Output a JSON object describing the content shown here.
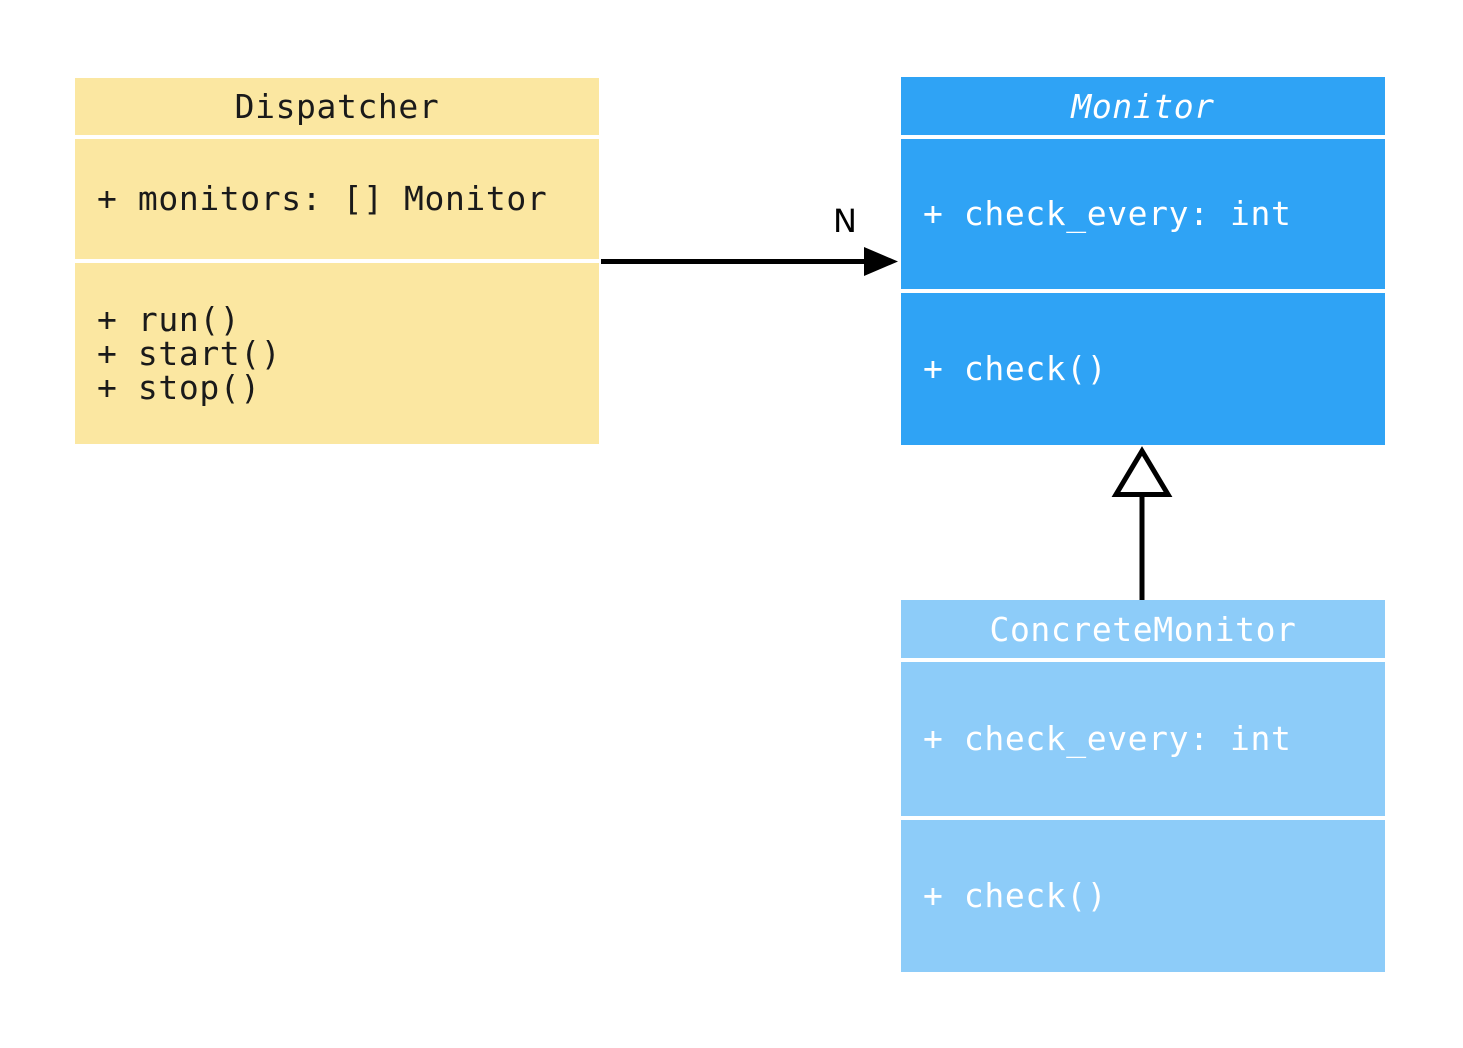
{
  "diagram": {
    "type": "uml-class-diagram",
    "background": "#ffffff",
    "classes": [
      {
        "name": "Dispatcher",
        "abstract": false,
        "fill": "#fbe7a1",
        "text_color": "#1a1a1a",
        "title": "Dispatcher",
        "attributes": [
          "+ monitors: [] Monitor"
        ],
        "methods": [
          "+ run()",
          "+ start()",
          "+ stop()"
        ]
      },
      {
        "name": "Monitor",
        "abstract": true,
        "fill": "#2fa3f5",
        "text_color": "#ffffff",
        "title": "Monitor",
        "attributes": [
          "+ check_every: int"
        ],
        "methods": [
          "+ check()"
        ]
      },
      {
        "name": "ConcreteMonitor",
        "abstract": false,
        "fill": "#8dccf9",
        "text_color": "#ffffff",
        "title": "ConcreteMonitor",
        "attributes": [
          "+ check_every: int"
        ],
        "methods": [
          "+ check()"
        ]
      }
    ],
    "relationships": [
      {
        "type": "association",
        "from": "Dispatcher",
        "to": "Monitor",
        "label": "N",
        "color": "#000000"
      },
      {
        "type": "inheritance",
        "from": "ConcreteMonitor",
        "to": "Monitor",
        "label": "",
        "color": "#000000"
      }
    ]
  }
}
